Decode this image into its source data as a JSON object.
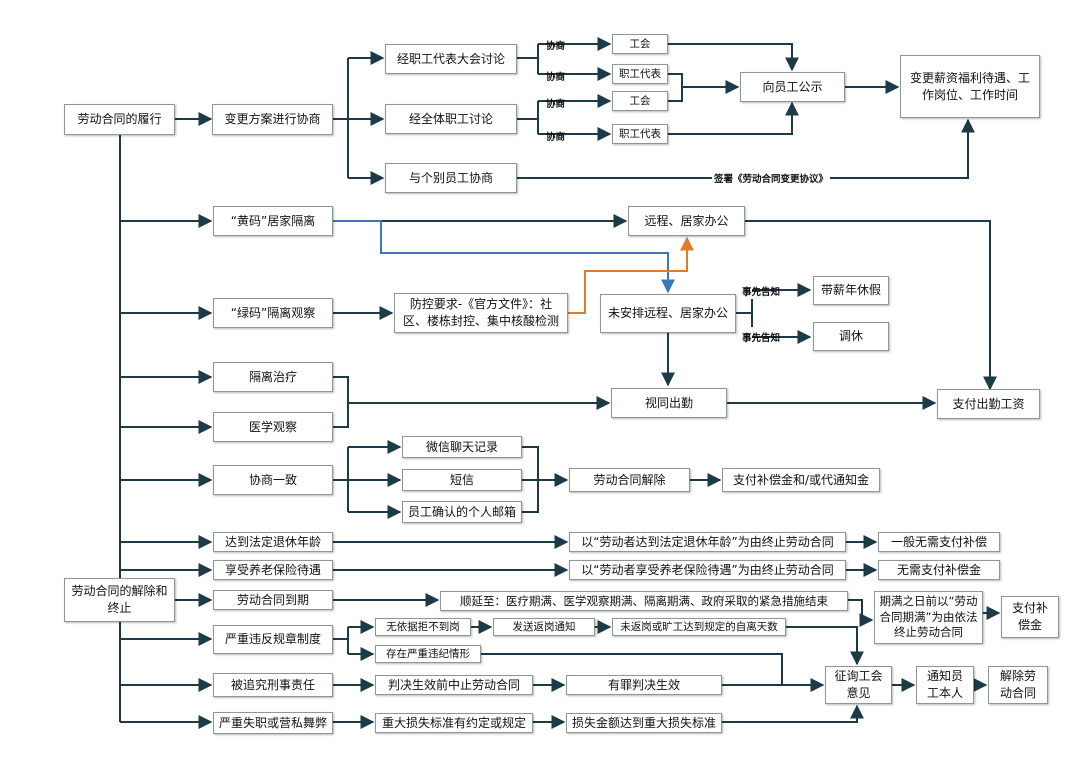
{
  "colors": {
    "edge": "#1d3a47",
    "blue": "#3a78b8",
    "orange": "#e07b2a"
  },
  "section1": {
    "root": "劳动合同的履行",
    "negotiate": "变更方案进行协商",
    "congress": "经职工代表大会讨论",
    "all_staff": "经全体职工讨论",
    "individual": "与个别员工协商",
    "union_a": "工会",
    "rep_a": "职工代表",
    "union_b": "工会",
    "rep_b": "职工代表",
    "publicize": "向员工公示",
    "change_result": "变更薪资福利待遇、工作岗位、工作时间",
    "lbl_consult_1": "协商",
    "lbl_consult_2": "协商",
    "lbl_consult_3": "协商",
    "lbl_consult_4": "协商",
    "lbl_sign": "签署《劳动合同变更协议》"
  },
  "section2": {
    "yellow": "“黄码”居家隔离",
    "green": "“绿码”隔离观察",
    "policy": "防控要求-《官方文件》：社区、楼栋封控、集中核酸检测",
    "remote": "远程、居家办公",
    "no_remote": "未安排远程、居家办公",
    "paid_leave": "带薪年休假",
    "comp_leave": "调休",
    "lbl_notice_1": "事先告知",
    "lbl_notice_2": "事先告知",
    "treatment": "隔离治疗",
    "medical": "医学观察",
    "attendance": "视同出勤",
    "pay": "支付出勤工资"
  },
  "section3": {
    "root": "劳动合同的解除和终止",
    "agree": "协商一致",
    "wechat": "微信聊天记录",
    "sms": "短信",
    "email": "员工确认的个人邮箱",
    "dissolve": "劳动合同解除",
    "compensation": "支付补偿金和/或代通知金",
    "retire_age": "达到法定退休年龄",
    "retire_end": "以“劳动者达到法定退休年龄”为由终止劳动合同",
    "retire_result": "一般无需支付补偿",
    "pension": "享受养老保险待遇",
    "pension_end": "以“劳动者享受养老保险待遇”为由终止劳动合同",
    "pension_result": "无需支付补偿金",
    "expire": "劳动合同到期",
    "extend": "顺延至：医疗期满、医学观察期满、隔离期满、政府采取的紧急措施结束",
    "expire_end": "期满之日前以“劳动合同期满”为由依法终止劳动合同",
    "expire_pay": "支付补偿金",
    "violation": "严重违反规章制度",
    "absent": "无依据拒不到岗",
    "notice_return": "发送返岗通知",
    "not_return": "未返岗或旷工达到规定的自离天数",
    "discipline": "存在严重违纪情形",
    "criminal": "被追究刑事责任",
    "suspend": "判决生效前中止劳动合同",
    "guilty": "有罪判决生效",
    "neglect": "严重失职或营私舞弊",
    "loss_rule": "重大损失标准有约定或规定",
    "loss_reach": "损失金额达到重大损失标准",
    "union_opinion": "征询工会意见",
    "notify": "通知员工本人",
    "terminate": "解除劳动合同"
  }
}
